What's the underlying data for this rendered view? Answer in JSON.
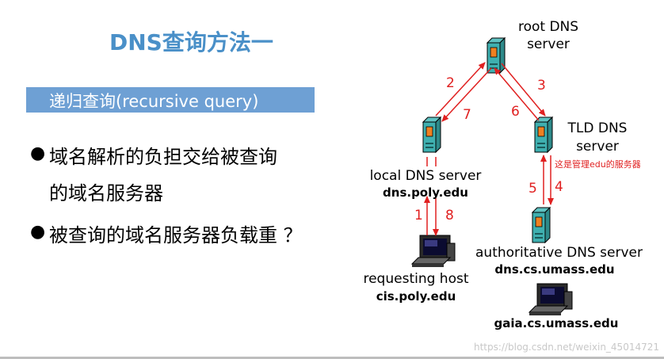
{
  "slide": {
    "title": "DNS查询方法一",
    "subtitle": "递归查询(recursive query)",
    "bullets": [
      "域名解析的负担交给被查询",
      "的域名服务器",
      "被查询的域名服务器负载重 ？"
    ]
  },
  "diagram": {
    "root": {
      "line1": "root DNS",
      "line2": "server"
    },
    "tld": {
      "line1": "TLD DNS",
      "line2": "server",
      "note": "这是管理edu的服务器"
    },
    "local": {
      "label": "local DNS server",
      "host": "dns.poly.edu"
    },
    "authoritative": {
      "label": "authoritative DNS server",
      "host": "dns.cs.umass.edu"
    },
    "requesting": {
      "label": "requesting host",
      "host": "cis.poly.edu"
    },
    "target": {
      "host": "gaia.cs.umass.edu"
    },
    "steps": [
      "1",
      "2",
      "3",
      "4",
      "5",
      "6",
      "7",
      "8"
    ],
    "arrow_color": "#e02020"
  },
  "watermark": "https://blog.csdn.net/weixin_45014721"
}
